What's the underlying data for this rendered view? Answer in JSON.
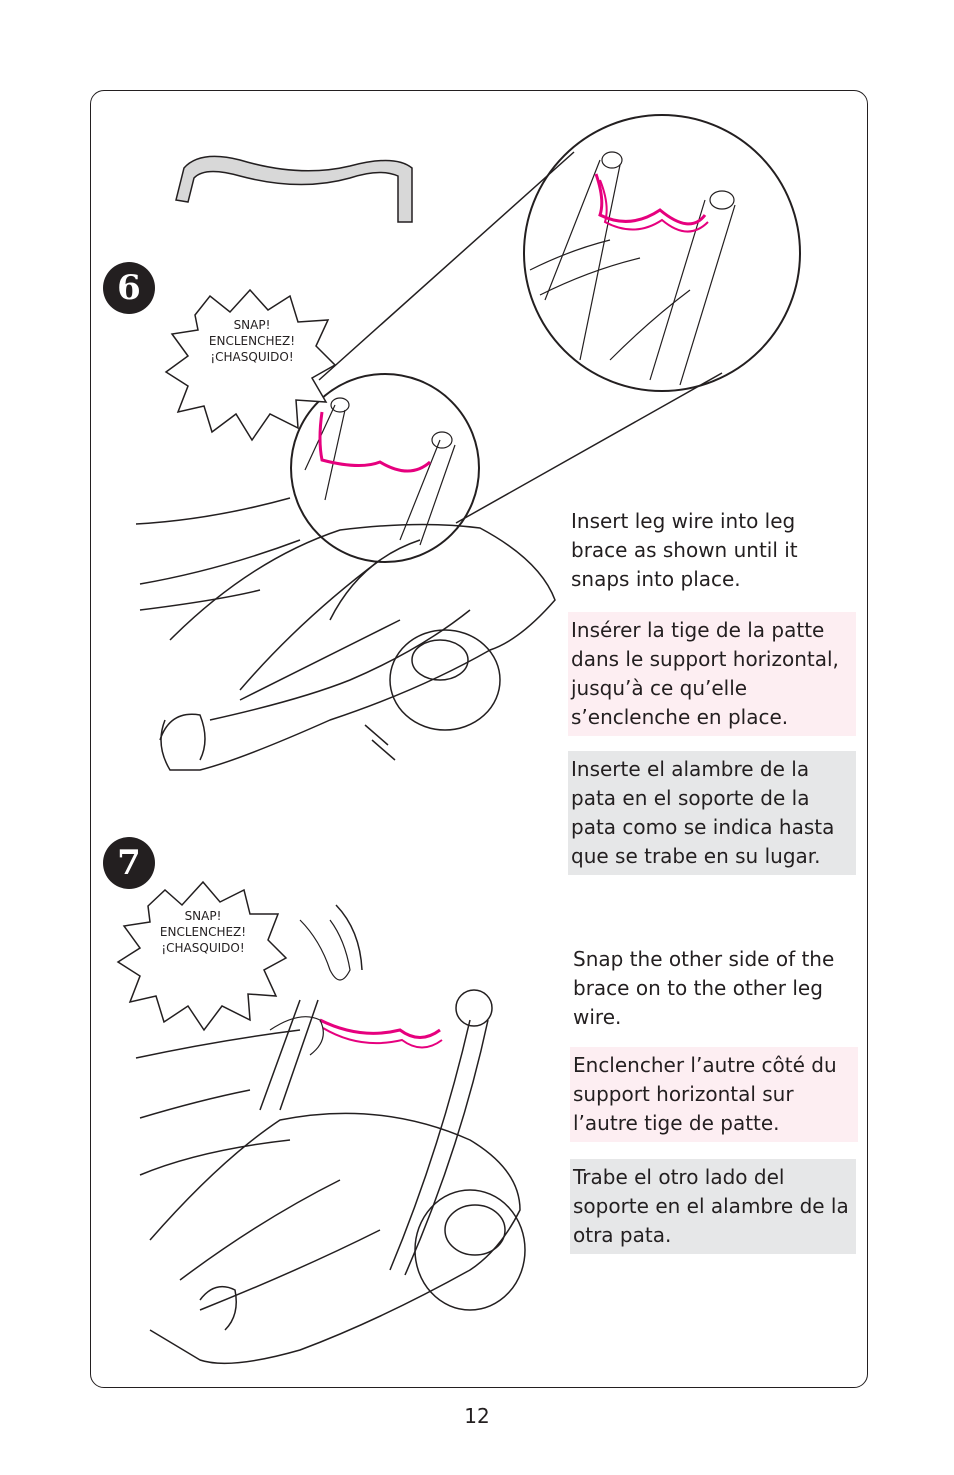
{
  "step6": {
    "number": "6",
    "burst": [
      "SNAP!",
      "ENCLENCHEZ!",
      "¡CHASQUIDO!"
    ],
    "text_en": "Insert leg wire into leg brace as shown until it snaps into place.",
    "text_fr": "Insérer la tige de la patte dans le support horizon­tal, jusqu’à ce qu’elle s’enclenche en place.",
    "text_es": "Inserte el alambre de la pata en el soporte de la pata como se indica hasta que se trabe en su lugar."
  },
  "step7": {
    "number": "7",
    "burst": [
      "SNAP!",
      "ENCLENCHEZ!",
      "¡CHASQUIDO!"
    ],
    "text_en": "Snap the other side of the brace on to the other leg wire.",
    "text_fr": "Enclencher l’autre côté du support horizontal sur l’autre tige de patte.",
    "text_es": "Trabe el otro lado del soporte en el alambre de la otra pata."
  },
  "page_number": "12",
  "colors": {
    "highlight": "#e6007e",
    "ink": "#231f20",
    "fr_bg": "#fdeef2",
    "es_bg": "#e6e7e8"
  }
}
